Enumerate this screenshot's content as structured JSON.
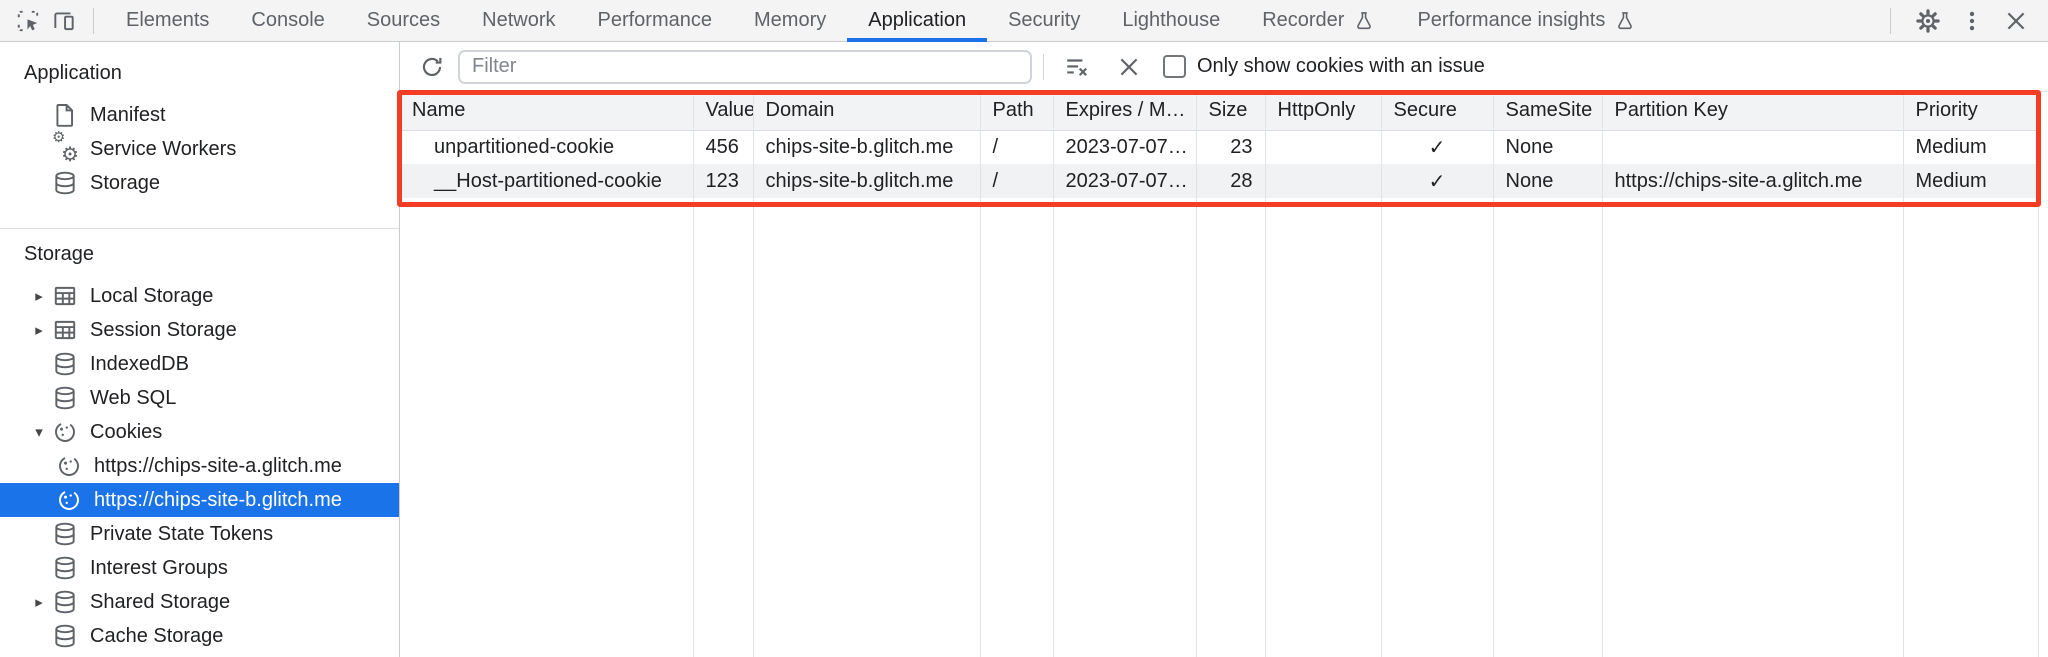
{
  "tab_bar": {
    "left_icons": [
      "inspect-icon",
      "device-toolbar-icon"
    ],
    "tabs": [
      {
        "label": "Elements"
      },
      {
        "label": "Console"
      },
      {
        "label": "Sources"
      },
      {
        "label": "Network"
      },
      {
        "label": "Performance"
      },
      {
        "label": "Memory"
      },
      {
        "label": "Application",
        "selected": true
      },
      {
        "label": "Security"
      },
      {
        "label": "Lighthouse"
      },
      {
        "label": "Recorder",
        "flask": true,
        "flask_icon": "flask-icon"
      },
      {
        "label": "Performance insights",
        "flask": true,
        "flask_icon": "flask-icon"
      }
    ],
    "right_icons": [
      "settings-gear-icon",
      "more-menu-icon",
      "close-icon"
    ]
  },
  "sidebar": {
    "sections": [
      {
        "label": "Application",
        "items": [
          {
            "label": "Manifest",
            "icon": "manifest-page-icon"
          },
          {
            "label": "Service Workers",
            "icon": "service-workers-icon"
          },
          {
            "label": "Storage",
            "icon": "database-icon"
          }
        ]
      },
      {
        "label": "Storage",
        "items": [
          {
            "label": "Local Storage",
            "icon": "table-icon",
            "arrow": "closed"
          },
          {
            "label": "Session Storage",
            "icon": "table-icon",
            "arrow": "closed"
          },
          {
            "label": "IndexedDB",
            "icon": "database-icon"
          },
          {
            "label": "Web SQL",
            "icon": "database-icon"
          },
          {
            "label": "Cookies",
            "icon": "cookie-icon",
            "arrow": "open"
          },
          {
            "label": "https://chips-site-a.glitch.me",
            "icon": "cookie-icon",
            "level": 2
          },
          {
            "label": "https://chips-site-b.glitch.me",
            "icon": "cookie-icon",
            "level": 2,
            "selected": true
          },
          {
            "label": "Private State Tokens",
            "icon": "database-icon"
          },
          {
            "label": "Interest Groups",
            "icon": "database-icon"
          },
          {
            "label": "Shared Storage",
            "icon": "database-icon",
            "arrow": "closed"
          },
          {
            "label": "Cache Storage",
            "icon": "database-icon"
          }
        ]
      }
    ]
  },
  "toolbar": {
    "refresh_icon": "refresh-icon",
    "filter": {
      "placeholder": "Filter",
      "value": ""
    },
    "clear_filter_icon": "clear-filter-icon",
    "clear_icon": "clear-icon",
    "issue_filter": {
      "label": "Only show cookies with an issue",
      "checked": false
    }
  },
  "cookies_table": {
    "columns": [
      "Name",
      "Value",
      "Domain",
      "Path",
      "Expires / M…",
      "Size",
      "HttpOnly",
      "Secure",
      "SameSite",
      "Partition Key",
      "Priority"
    ],
    "rows": [
      [
        "unpartitioned-cookie",
        "456",
        "chips-site-b.glitch.me",
        "/",
        "2023-07-07…",
        "23",
        "",
        "✓",
        "None",
        "",
        "Medium"
      ],
      [
        "__Host-partitioned-cookie",
        "123",
        "chips-site-b.glitch.me",
        "/",
        "2023-07-07…",
        "28",
        "",
        "✓",
        "None",
        "https://chips-site-a.glitch.me",
        "Medium"
      ]
    ]
  },
  "annotation": {
    "highlight_color": "#f43d24"
  },
  "colors": {
    "accent_blue": "#1a73e8",
    "selected_item_bg": "#1a73e8",
    "row_stripe": "#f1f2f3"
  }
}
